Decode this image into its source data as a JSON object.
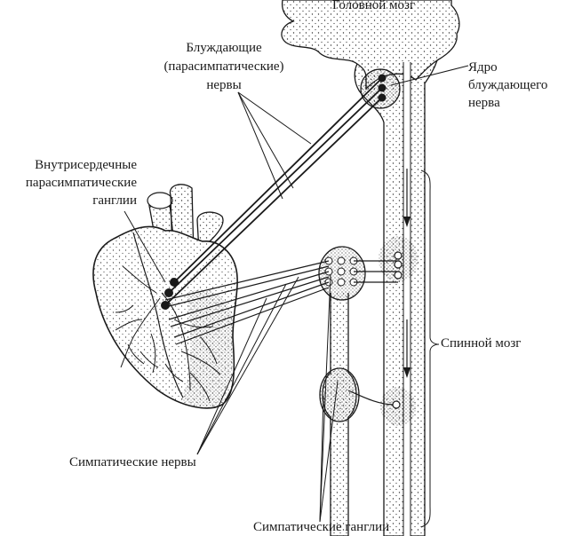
{
  "labels": {
    "brain": "Головной мозг",
    "vagus_line1": "Блуждающие",
    "vagus_line2": "(парасимпатические)",
    "vagus_line3": "нервы",
    "nucleus_line1": "Ядро",
    "nucleus_line2": "блуждающего",
    "nucleus_line3": "нерва",
    "intracardiac_line1": "Внутрисердечные",
    "intracardiac_line2": "парасимпатические",
    "intracardiac_line3": "ганглии",
    "spinal_cord": "Спинной мозг",
    "sympathetic_nerves": "Симпатические нервы",
    "sympathetic_ganglia": "Симпатические ганглии"
  },
  "colors": {
    "ink": "#1a1a1a",
    "paper": "#ffffff"
  }
}
